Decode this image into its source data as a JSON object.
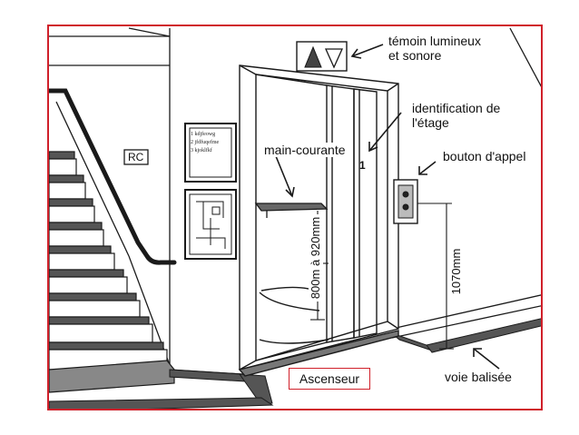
{
  "labels": {
    "temoin": [
      "témoin lumineux",
      "et sonore"
    ],
    "identification": [
      "identification de",
      "l'étage"
    ],
    "bouton": "bouton d'appel",
    "main_courante": "main-courante",
    "hauteur_main_courante": "800m à 920mm",
    "hauteur_bouton": "1070mm",
    "voie": "voie balisée",
    "rc": "RC",
    "etage_numero": "1",
    "caption": "Ascenseur"
  },
  "sign_lines": [
    "1 kdjfeowg",
    "2 jfdfuqefme",
    "3 kjoklfkf"
  ],
  "colors": {
    "frame": "#d0202a",
    "line": "#1a1a1a",
    "floor_band": "#444444"
  }
}
